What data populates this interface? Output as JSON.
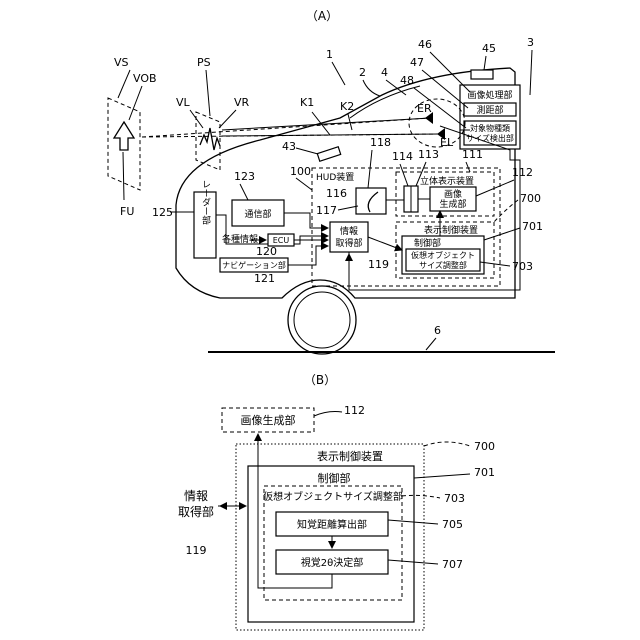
{
  "figure_a": {
    "label": "（A）",
    "refs": {
      "vs": "VS",
      "vob": "VOB",
      "ps": "PS",
      "vl": "VL",
      "vr": "VR",
      "fu": "FU",
      "r1": "1",
      "r2": "2",
      "r3": "3",
      "r4": "4",
      "k1": "K1",
      "k2": "K2",
      "r43": "43",
      "r45": "45",
      "r46": "46",
      "r47": "47",
      "r48": "48",
      "er": "ER",
      "el": "EL",
      "r100": "100",
      "r111": "111",
      "r112": "112",
      "r113": "113",
      "r114": "114",
      "r116": "116",
      "r117": "117",
      "r118": "118",
      "r119": "119",
      "r120": "120",
      "r121": "121",
      "r123": "123",
      "r125": "125",
      "r700": "700",
      "r701": "701",
      "r703": "703",
      "r6": "6"
    },
    "labels": {
      "image_processing": "画像処理部",
      "ranging": "測距部",
      "target_size_line1": "対象物種類",
      "target_size_line2": "サイズ検出部",
      "hud": "HUD装置",
      "stereo": "立体表示装置",
      "image_gen_line1": "画像",
      "image_gen_line2": "生成部",
      "display_ctrl": "表示制御装置",
      "control": "制御部",
      "vsize_line1": "仮想オブジェクト",
      "vsize_line2": "サイズ調整部",
      "comm": "通信部",
      "radar": "レーダー部",
      "ecu": "ECU",
      "various_info": "各種情報",
      "navigation": "ナビゲーション部",
      "info_acq_line1": "情報",
      "info_acq_line2": "取得部"
    }
  },
  "figure_b": {
    "label": "（B）",
    "image_gen": "画像生成部",
    "info_acq_line1": "情報",
    "info_acq_line2": "取得部",
    "display_ctrl": "表示制御装置",
    "control": "制御部",
    "vsize": "仮想オブジェクトサイズ調整部",
    "perceived_dist": "知覚距離算出部",
    "visual_angle": "視覚2θ決定部",
    "refs": {
      "r112": "112",
      "r119": "119",
      "r700": "700",
      "r701": "701",
      "r703": "703",
      "r705": "705",
      "r707": "707"
    }
  }
}
